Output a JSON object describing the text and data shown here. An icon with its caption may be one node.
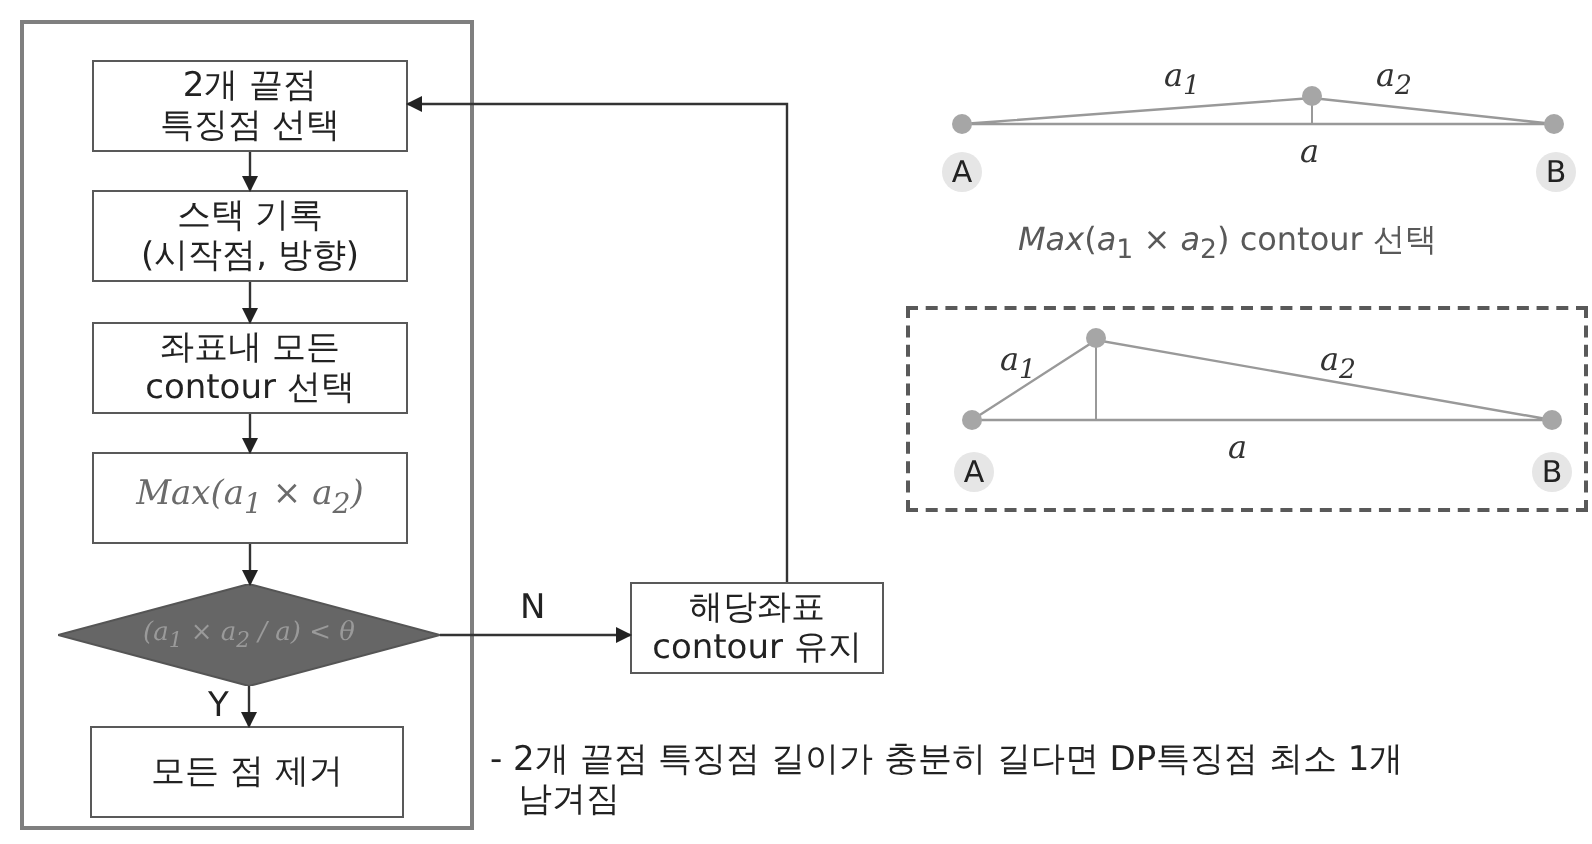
{
  "diagram": {
    "nodes": [
      {
        "text": [],
        "shape": "box"
      },
      {
        "text": [
          "2개 끝점 특징점 선택"
        ],
        "in": 0
      },
      {
        "text": [
          "스택 기록 (시작점, 방향)"
        ],
        "in": 0
      },
      {
        "text": [
          "좌표내 모든 contour 선택"
        ],
        "in": 0
      },
      {
        "text": [
          "Max(a$_{1}$ × a$_{2}$)"
        ],
        "in": 0
      },
      {
        "text": [
          "(a$_{1}$ × a$_{2}$ / a) < θ"
        ],
        "in": 0
      },
      {
        "text": [
          "모든 점 제거"
        ],
        "in": 0
      },
      {
        "text": [
          "해당좌표 contour 유지"
        ]
      }
    ],
    "edges": [
      {
        "from": 1,
        "to": 2,
        "arrow": "to"
      },
      {
        "from": 2,
        "to": 3,
        "arrow": "to"
      },
      {
        "from": 3,
        "to": 4,
        "arrow": "to"
      },
      {
        "from": 4,
        "to": 5,
        "arrow": "to"
      },
      {
        "from": 5,
        "to": 6,
        "arrow": "to",
        "label": "Y"
      },
      {
        "from": 5,
        "to": 7,
        "arrow": "to",
        "label": "N"
      },
      {
        "from": 7,
        "to": 1,
        "arrow": "to"
      }
    ],
    "labels": [
      "a$_{1}$",
      "a$_{2}$",
      "a",
      "A",
      "B",
      "*Max*(*a*$_{1}$ × *a*$_{2}$) contour 선택",
      "a$_{1}$",
      "a$_{2}$",
      "a",
      "A",
      "B",
      "- 2개 끝점 특징점 길이가 충분히 길다면 DP특징점 최소 1개 남겨짐"
    ]
  }
}
